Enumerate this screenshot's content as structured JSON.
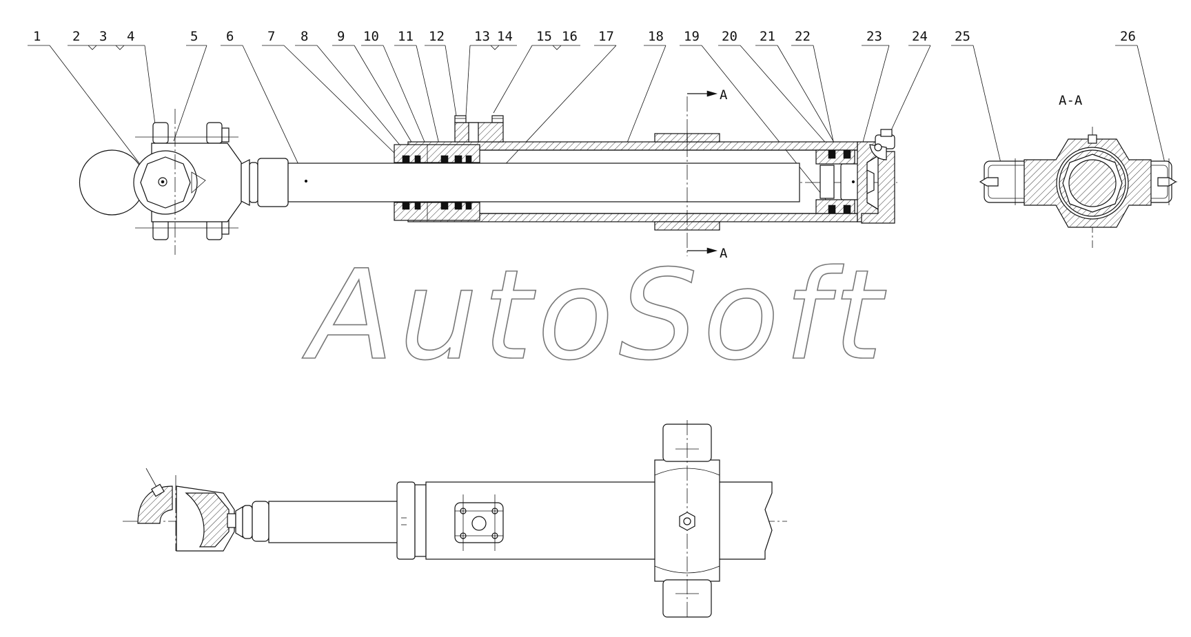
{
  "part_numbers": [
    "1",
    "2",
    "3",
    "4",
    "5",
    "6",
    "7",
    "8",
    "9",
    "10",
    "11",
    "12",
    "13",
    "14",
    "15",
    "16",
    "17",
    "18",
    "19",
    "20",
    "21",
    "22",
    "23",
    "24",
    "25",
    "26"
  ],
  "section": {
    "marker_top": "A",
    "marker_bottom": "A",
    "view_title": "A-A"
  },
  "watermark": {
    "text": "AutoSoft"
  },
  "colors": {
    "line": "#111111",
    "background": "#ffffff",
    "watermark_outline": "#777777"
  }
}
